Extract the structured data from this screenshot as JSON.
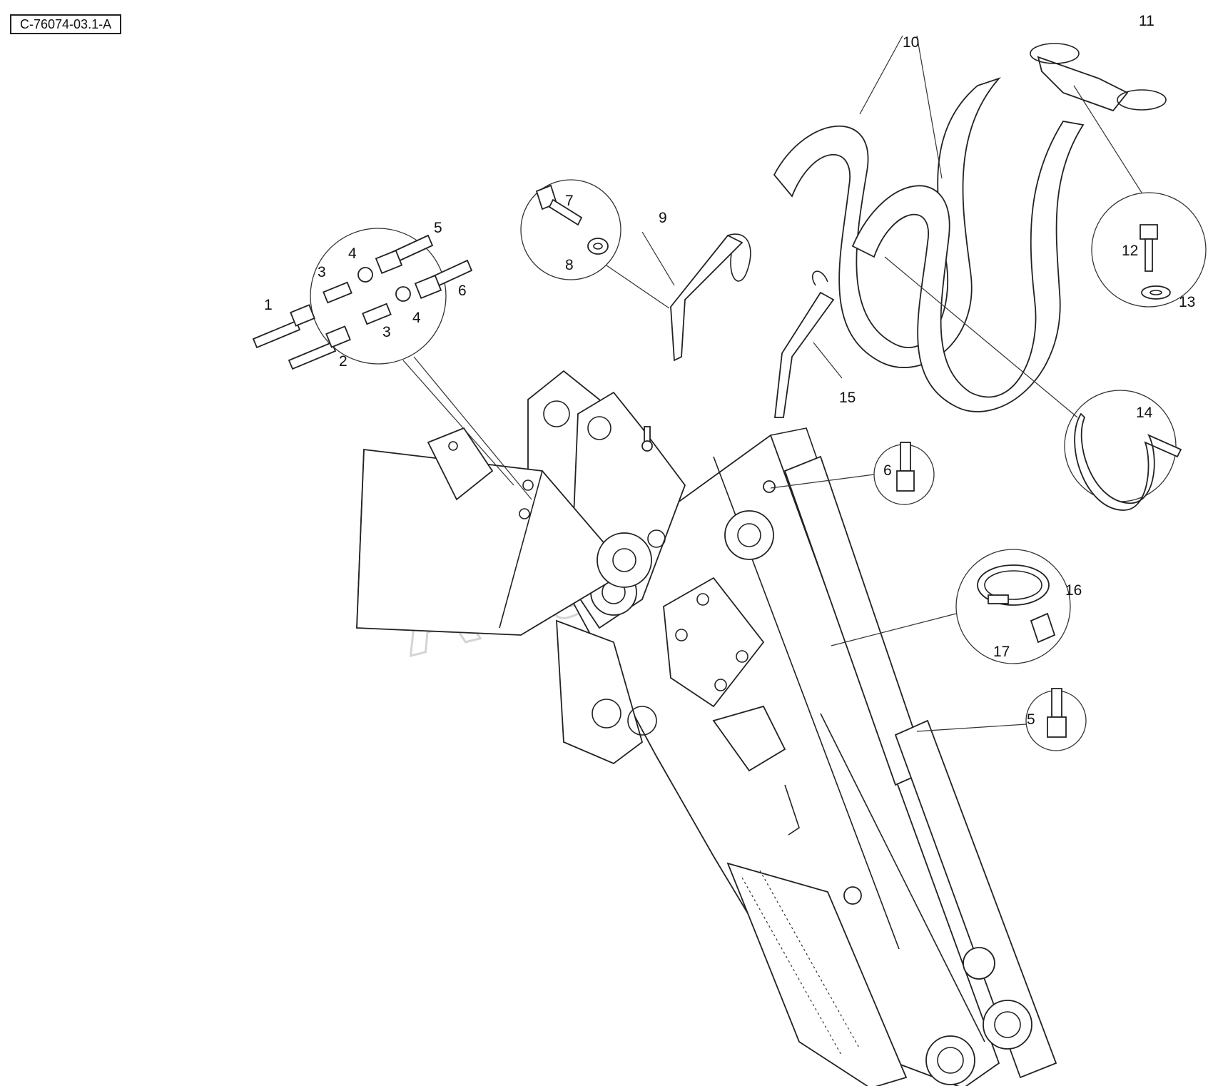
{
  "drawing_id": "C-76074-03.1-A",
  "watermark": "AutoSoft",
  "callouts": [
    "1",
    "2",
    "3",
    "3",
    "4",
    "4",
    "5",
    "5",
    "6",
    "6",
    "7",
    "8",
    "9",
    "10",
    "11",
    "12",
    "13",
    "14",
    "15",
    "16",
    "17"
  ]
}
